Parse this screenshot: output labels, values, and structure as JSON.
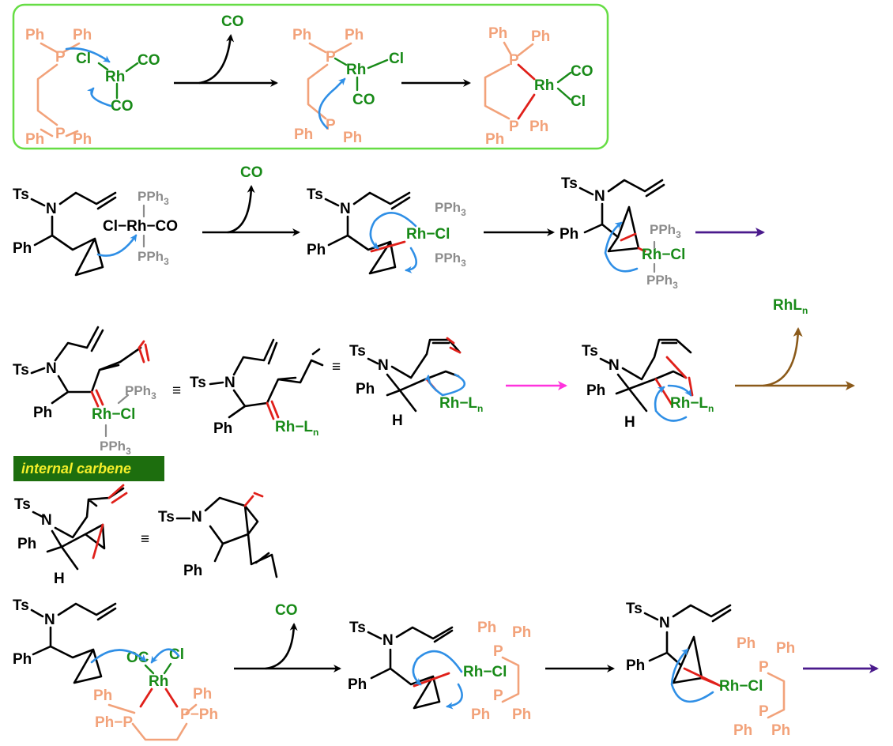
{
  "colors": {
    "accent_box": "#66dd44",
    "rhodium": "#188a18",
    "dppe": "#f2a27a",
    "pph3": "#8c8c8c",
    "new_bond": "#e0201a",
    "electron_push": "#2f8fe6",
    "forward_arrow_purple": "#4a1a8c",
    "arrow_magenta": "#ff33dd",
    "arrow_brown": "#8b5a1a",
    "badge_bg": "#1d6e0e",
    "badge_text": "#f5ef2a"
  },
  "labels": {
    "ph": "Ph",
    "p": "P",
    "cl": "Cl",
    "co": "CO",
    "oc": "OC",
    "rh": "Rh",
    "ts": "Ts",
    "n": "N",
    "h": "H",
    "pph3": "PPh",
    "sub3": "3",
    "rhl": "Rh−L",
    "subn": "n",
    "rhcl": "Rh−Cl",
    "clrhco": "Cl−Rh−CO",
    "rhln_top": "RhL",
    "equiv": "≡",
    "internal_carbene": "internal carbene"
  }
}
